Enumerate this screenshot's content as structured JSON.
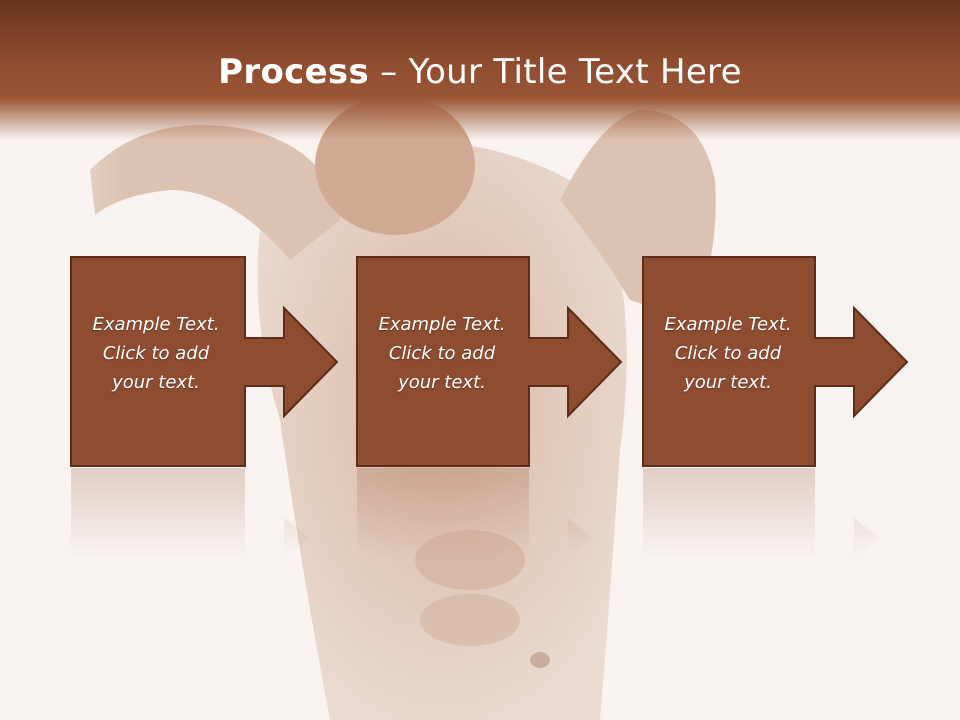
{
  "slide": {
    "title_bold": "Process",
    "title_rest": " – Your Title Text Here",
    "steps": [
      {
        "text": "Example Text.\nClick  to add\nyour text."
      },
      {
        "text": "Example Text.\nClick  to add\nyour text."
      },
      {
        "text": "Example Text.\nClick  to add\nyour text."
      }
    ]
  },
  "colors": {
    "box_fill": "#8e4c31",
    "box_stroke": "#5e2d1a",
    "title_bar": "#8f4c2f"
  }
}
